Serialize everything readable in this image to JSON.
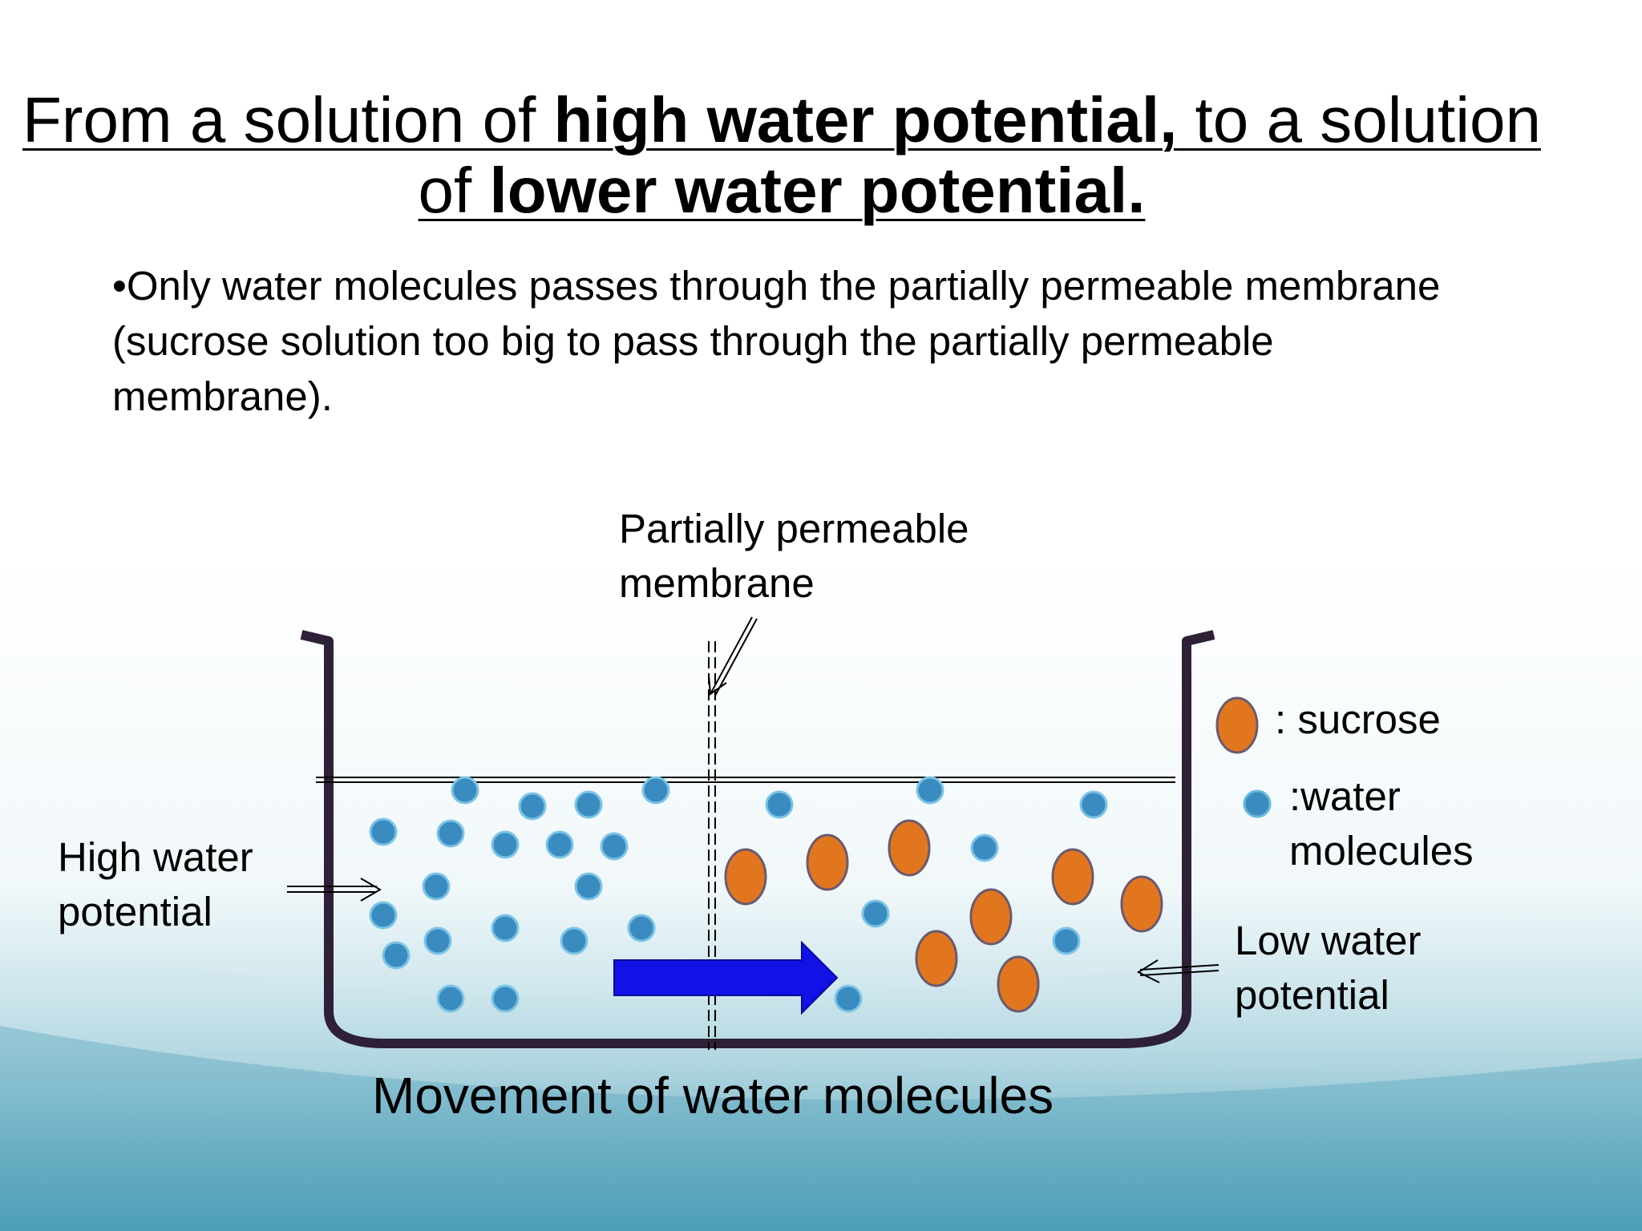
{
  "title": {
    "part1": "From a solution of ",
    "bold1": "high water potential,",
    "part2": " to a solution",
    "part3": "of ",
    "bold2": "lower water potential."
  },
  "bullet": "•Only water molecules passes through the partially permeable membrane (sucrose solution too big to pass through the partially permeable membrane).",
  "labels": {
    "membrane_line1": "Partially permeable",
    "membrane_line2": "membrane",
    "high_line1": "High water",
    "high_line2": "potential",
    "low_line1": "Low water",
    "low_line2": "potential",
    "legend_sucrose": ": sucrose",
    "legend_water_line1": ":water",
    "legend_water_line2": "molecules",
    "movement": "Movement of water molecules"
  },
  "colors": {
    "water": "#3a8cc0",
    "sucrose": "#e2761f",
    "arrow": "#1212e6",
    "container": "#2e2137"
  }
}
